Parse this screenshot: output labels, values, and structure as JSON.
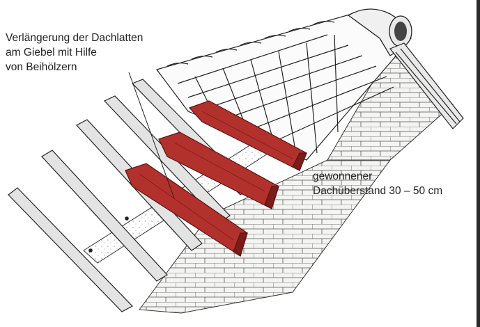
{
  "labels": {
    "extension": {
      "line1": "Verlängerung der Dachlatten",
      "line2": "am Giebel mit Hilfe",
      "line3": "von Beihölzern"
    },
    "overhang": {
      "line1": "gewonnener",
      "line2": "Dachüberstand 30 – 50 cm"
    }
  },
  "colors": {
    "beam": "#b3312c",
    "beam_dark": "#7a1c1a",
    "ink": "#222222"
  }
}
